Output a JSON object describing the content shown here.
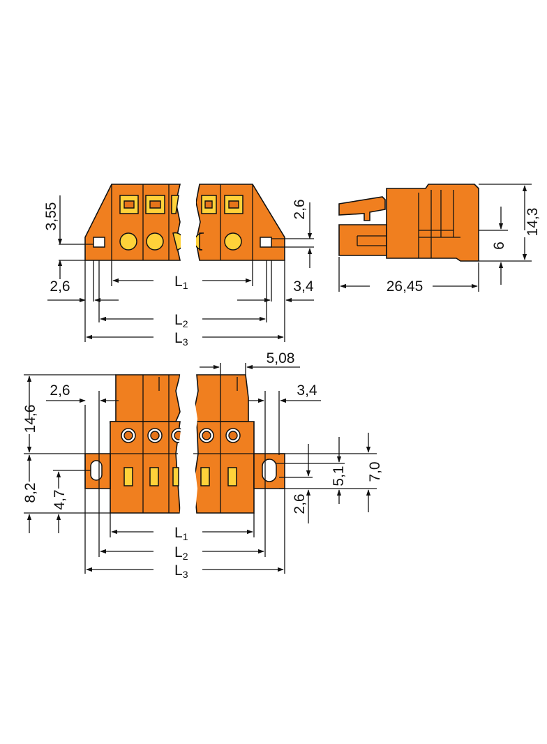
{
  "dimensions": {
    "top_left_height": "3,55",
    "top_left_offset": "2,6",
    "top_right_height": "2,6",
    "top_right_offset": "3,4",
    "side_depth": "26,45",
    "side_height_total": "14,3",
    "side_height_partial": "6",
    "bottom_pitch": "5,08",
    "bottom_left_offset": "2,6",
    "bottom_right_offset": "3,4",
    "bottom_left_height_total": "14,6",
    "bottom_left_height_lower": "8,2",
    "bottom_left_height_hole": "4,7",
    "bottom_right_height_upper": "7,0",
    "bottom_right_height_mid": "5,1",
    "bottom_right_height_lower": "2,6"
  },
  "lengths": {
    "l_letter": "L",
    "l1_sub": "1",
    "l2_sub": "2",
    "l3_sub": "3"
  },
  "colors": {
    "housing": "#f07f1f",
    "release": "#ffd23a",
    "line": "#111111"
  }
}
